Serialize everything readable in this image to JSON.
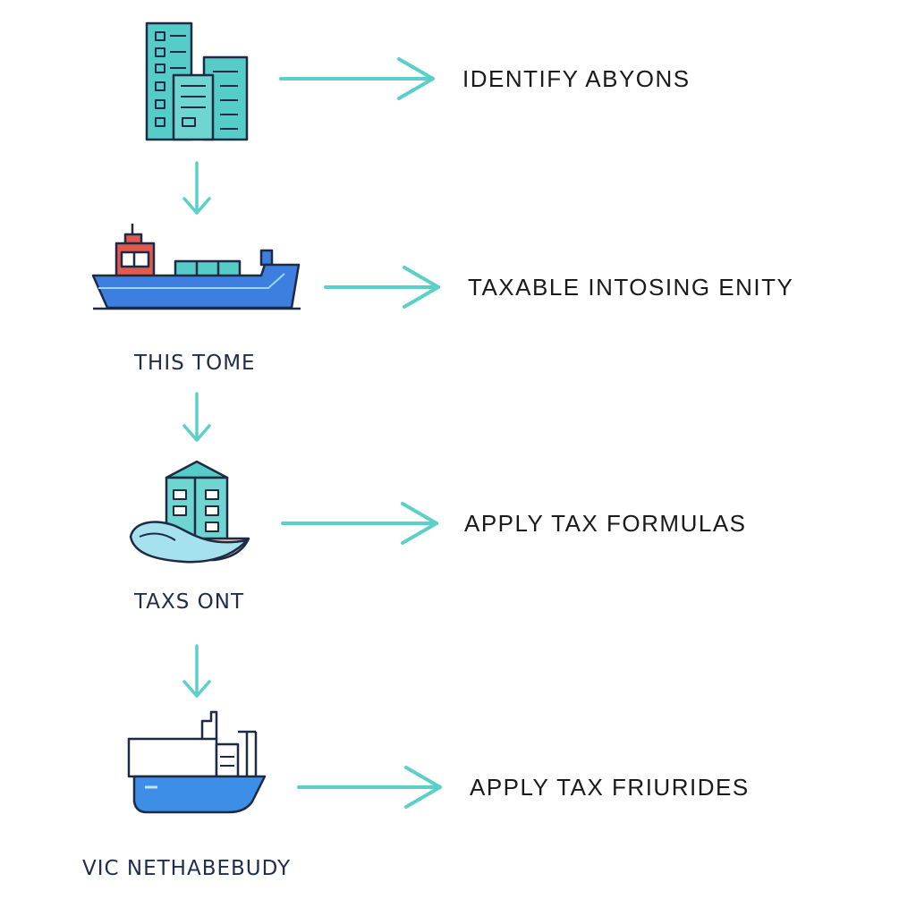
{
  "steps": [
    {
      "icon": "office-building-icon",
      "label": "IDENTIFY ABYONS"
    },
    {
      "icon": "cargo-ship-icon",
      "label": "TAXABLE  INTOSING ENITY",
      "caption": "THIS TOME"
    },
    {
      "icon": "building-on-wave-icon",
      "label": "APPLY TAX  FORMULAS",
      "caption": "TAXS ONT"
    },
    {
      "icon": "ship-hull-icon",
      "label": "APPLY TAX  FRIURIDES",
      "caption": "VIC NETHABEBUDY"
    }
  ],
  "colors": {
    "arrow": "#5ccfc9",
    "outline": "#1e2a44",
    "teal_fill": "#55ccc8",
    "blue_fill": "#3c7fe0",
    "light_blue_fill": "#7fc6f0",
    "red_fill": "#e05a4f",
    "text": "#1a1a1a"
  }
}
